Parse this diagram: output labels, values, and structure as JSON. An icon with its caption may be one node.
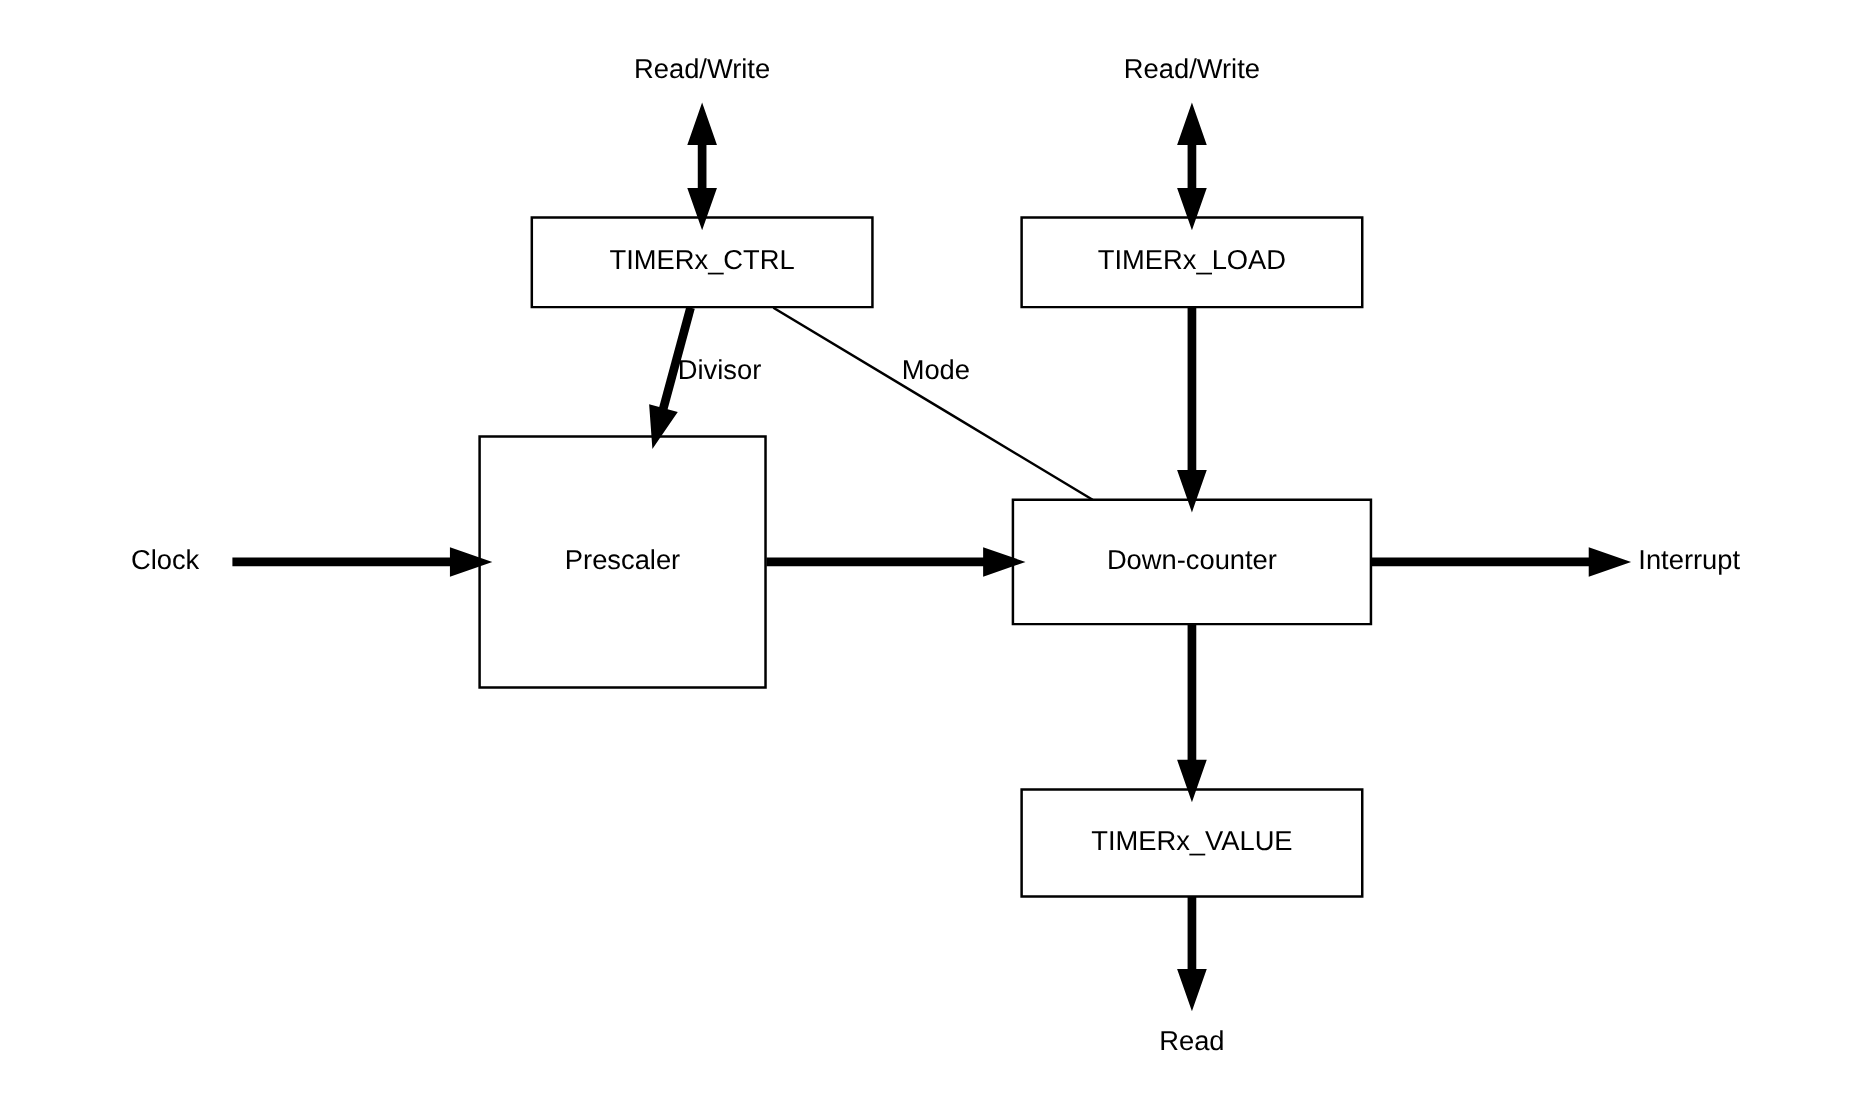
{
  "diagram": {
    "nodes": [
      {
        "text": [
          "TIMERx_CTRL"
        ]
      },
      {
        "text": [
          "TIMERx_LOAD"
        ]
      },
      {
        "text": [
          "Prescaler"
        ]
      },
      {
        "text": [
          "Down-counter"
        ]
      },
      {
        "text": [
          "TIMERx_VALUE"
        ]
      },
      {
        "text": [
          "Read/Write"
        ]
      },
      {
        "text": [
          "Read/Write"
        ]
      },
      {
        "text": [
          "Clock"
        ]
      },
      {
        "text": [
          "Interrupt"
        ]
      },
      {
        "text": [
          "Read"
        ]
      }
    ],
    "edges": [
      {
        "from": 5,
        "to": 0,
        "arrow": "both"
      },
      {
        "from": 6,
        "to": 1,
        "arrow": "both"
      },
      {
        "from": 0,
        "to": 2,
        "arrow": "to",
        "label": "Divisor"
      },
      {
        "from": 0,
        "to": 3,
        "arrow": "none",
        "label": "Mode"
      },
      {
        "from": 7,
        "to": 2,
        "arrow": "to"
      },
      {
        "from": 2,
        "to": 3,
        "arrow": "to"
      },
      {
        "from": 1,
        "to": 3,
        "arrow": "to"
      },
      {
        "from": 3,
        "to": 8,
        "arrow": "to"
      },
      {
        "from": 3,
        "to": 4,
        "arrow": "to"
      },
      {
        "from": 4,
        "to": 9,
        "arrow": "to"
      }
    ]
  }
}
